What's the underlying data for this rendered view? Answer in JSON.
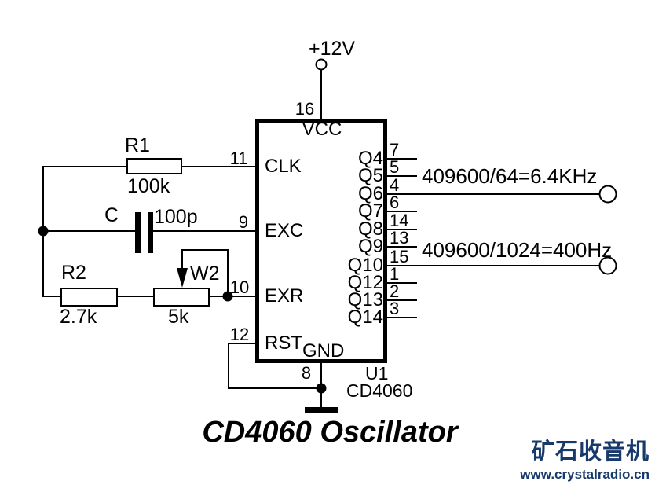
{
  "title": "CD4060 Oscillator",
  "power": {
    "label": "+12V"
  },
  "ic": {
    "ref": "U1",
    "part": "CD4060",
    "top_pin": {
      "num": "16",
      "name": "VCC"
    },
    "bottom_pin": {
      "num": "8",
      "name": "GND"
    },
    "left_pins": [
      {
        "name": "CLK",
        "num": "11"
      },
      {
        "name": "EXC",
        "num": "9"
      },
      {
        "name": "EXR",
        "num": "10"
      },
      {
        "name": "RST",
        "num": "12"
      }
    ],
    "right_pins": [
      {
        "name": "Q4",
        "num": "7"
      },
      {
        "name": "Q5",
        "num": "5"
      },
      {
        "name": "Q6",
        "num": "4"
      },
      {
        "name": "Q7",
        "num": "6"
      },
      {
        "name": "Q8",
        "num": "14"
      },
      {
        "name": "Q9",
        "num": "13"
      },
      {
        "name": "Q10",
        "num": "15"
      },
      {
        "name": "Q12",
        "num": "1"
      },
      {
        "name": "Q13",
        "num": "2"
      },
      {
        "name": "Q14",
        "num": "3"
      }
    ]
  },
  "components": {
    "r1": {
      "ref": "R1",
      "value": "100k"
    },
    "c": {
      "ref": "C",
      "value": "100p"
    },
    "r2": {
      "ref": "R2",
      "value": "2.7k"
    },
    "w2": {
      "ref": "W2",
      "value": "5k"
    }
  },
  "outputs": [
    {
      "label": "409600/64=6.4KHz"
    },
    {
      "label": "409600/1024=400Hz"
    }
  ],
  "watermark": {
    "name": "矿石收音机",
    "url": "www.crystalradio.cn"
  },
  "colors": {
    "wire": "#000000",
    "watermark": "#17396b",
    "background": "#ffffff"
  }
}
